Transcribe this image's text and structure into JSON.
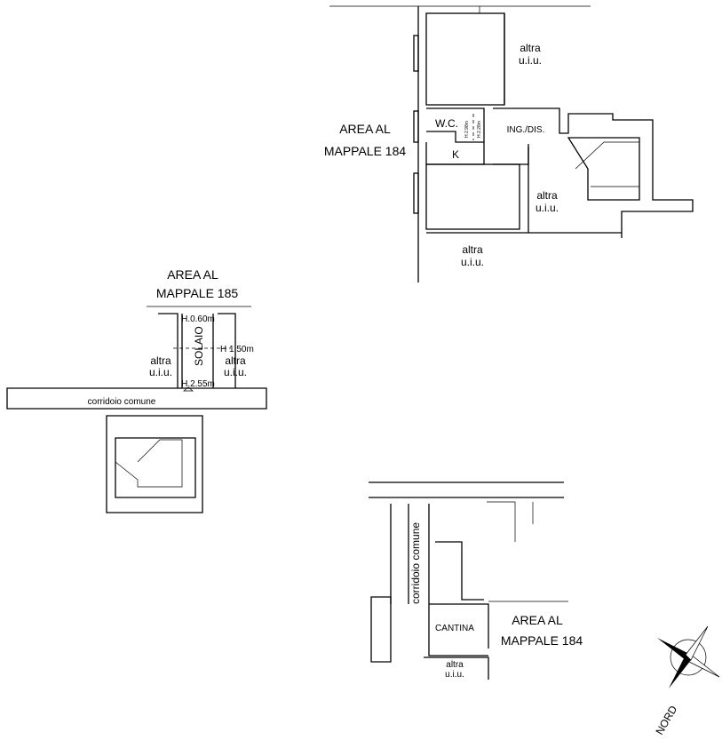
{
  "upper_plan": {
    "area_label_line1": "AREA AL",
    "area_label_line2": "MAPPALE 184",
    "rooms": {
      "wc": "W.C.",
      "kitchen": "K",
      "entrance": "ING./DIS."
    },
    "heights": [
      "H 2.98m",
      "H 2.28m"
    ],
    "other_units": [
      {
        "line1": "altra",
        "line2": "u.i.u."
      },
      {
        "line1": "altra",
        "line2": "u.i.u."
      },
      {
        "line1": "altra",
        "line2": "u.i.u."
      }
    ]
  },
  "left_plan": {
    "area_label_line1": "AREA AL",
    "area_label_line2": "MAPPALE 185",
    "room": "SOLAIO",
    "heights": [
      "H.0.60m",
      "H 1.50m",
      "H.2.55m"
    ],
    "corridor": "corridoio comune",
    "other_units": [
      {
        "line1": "altra",
        "line2": "u.i.u."
      },
      {
        "line1": "altra",
        "line2": "u.i.u."
      }
    ]
  },
  "lower_plan": {
    "area_label_line1": "AREA AL",
    "area_label_line2": "MAPPALE 184",
    "room": "CANTINA",
    "corridor": "corridoio comune",
    "other_unit": {
      "line1": "altra",
      "line2": "u.i.u."
    }
  },
  "compass": {
    "label": "NORD"
  }
}
